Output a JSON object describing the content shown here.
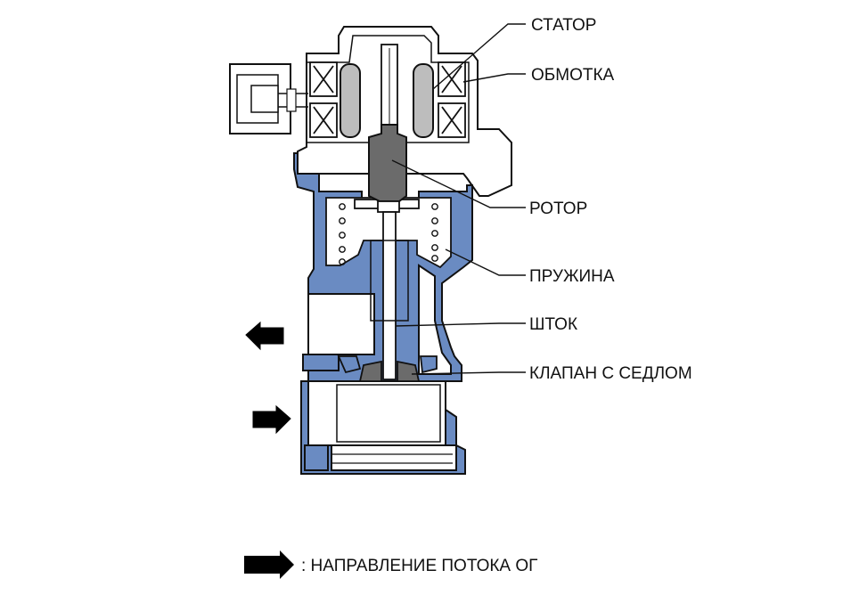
{
  "labels": {
    "stator": "СТАТОР",
    "winding": "ОБМОТКА",
    "rotor": "РОТОР",
    "spring": "ПРУЖИНА",
    "stem": "ШТОК",
    "valve_seat": "КЛАПАН С СЕДЛОМ"
  },
  "legend": {
    "text": ": НАПРАВЛЕНИЕ ПОТОКА ОГ"
  },
  "colors": {
    "body_fill": "#6a8bc2",
    "outline": "#111111",
    "rotor_fill": "#6b6b6b",
    "stator_fill": "#bdbdbd"
  }
}
